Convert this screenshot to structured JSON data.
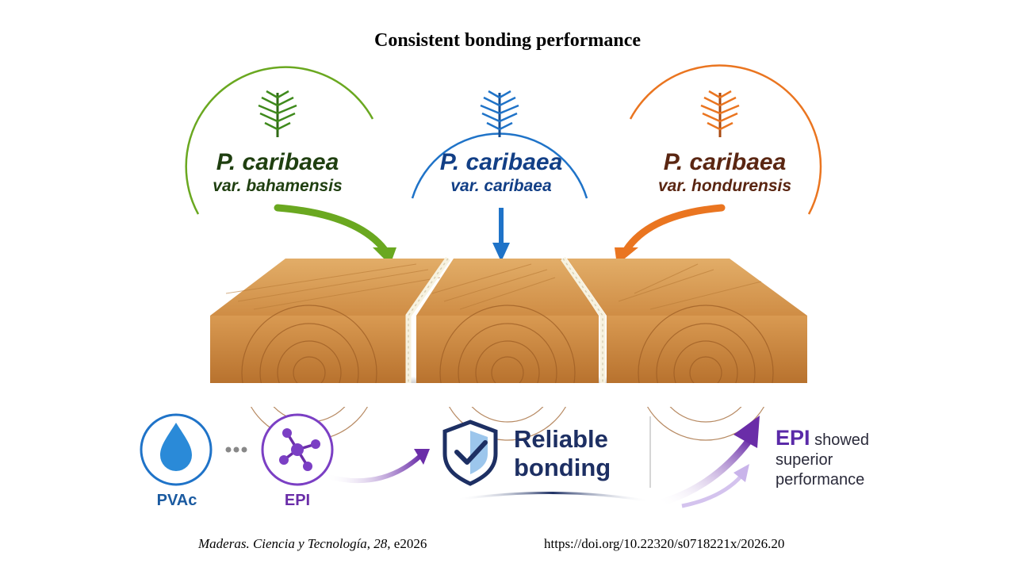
{
  "title": "Consistent bonding performance",
  "species": [
    {
      "line1": "P. caribaea",
      "line2": "var. bahamensis",
      "color": "#6aa820",
      "icon": "pine-branch-icon"
    },
    {
      "line1": "P. caribaea",
      "line2": "var. caribaea",
      "color": "#1f73c8",
      "icon": "pine-branch-icon"
    },
    {
      "line1": "P. caribaea",
      "line2": "var. hondurensis",
      "color": "#ea7520",
      "icon": "pine-branch-icon"
    }
  ],
  "adhesives": {
    "pvac": {
      "label": "PVAc",
      "icon": "water-drop-icon",
      "color": "#1f73c8"
    },
    "epi": {
      "label": "EPI",
      "icon": "molecule-icon",
      "color": "#7b3fc4"
    }
  },
  "reliable": {
    "line1": "Reliable",
    "line2": "bonding",
    "icon": "shield-check-icon"
  },
  "epi_superior": {
    "lead": "EPI",
    "text1": "showed",
    "text2": "superior",
    "text3": "performance",
    "icon": "trend-up-arrow-icon"
  },
  "citation": {
    "journal": "Maderas. Ciencia y Tecnología",
    "volume": "28",
    "article": "e2026"
  },
  "doi": "https://doi.org/10.22320/s0718221x/2026.20"
}
